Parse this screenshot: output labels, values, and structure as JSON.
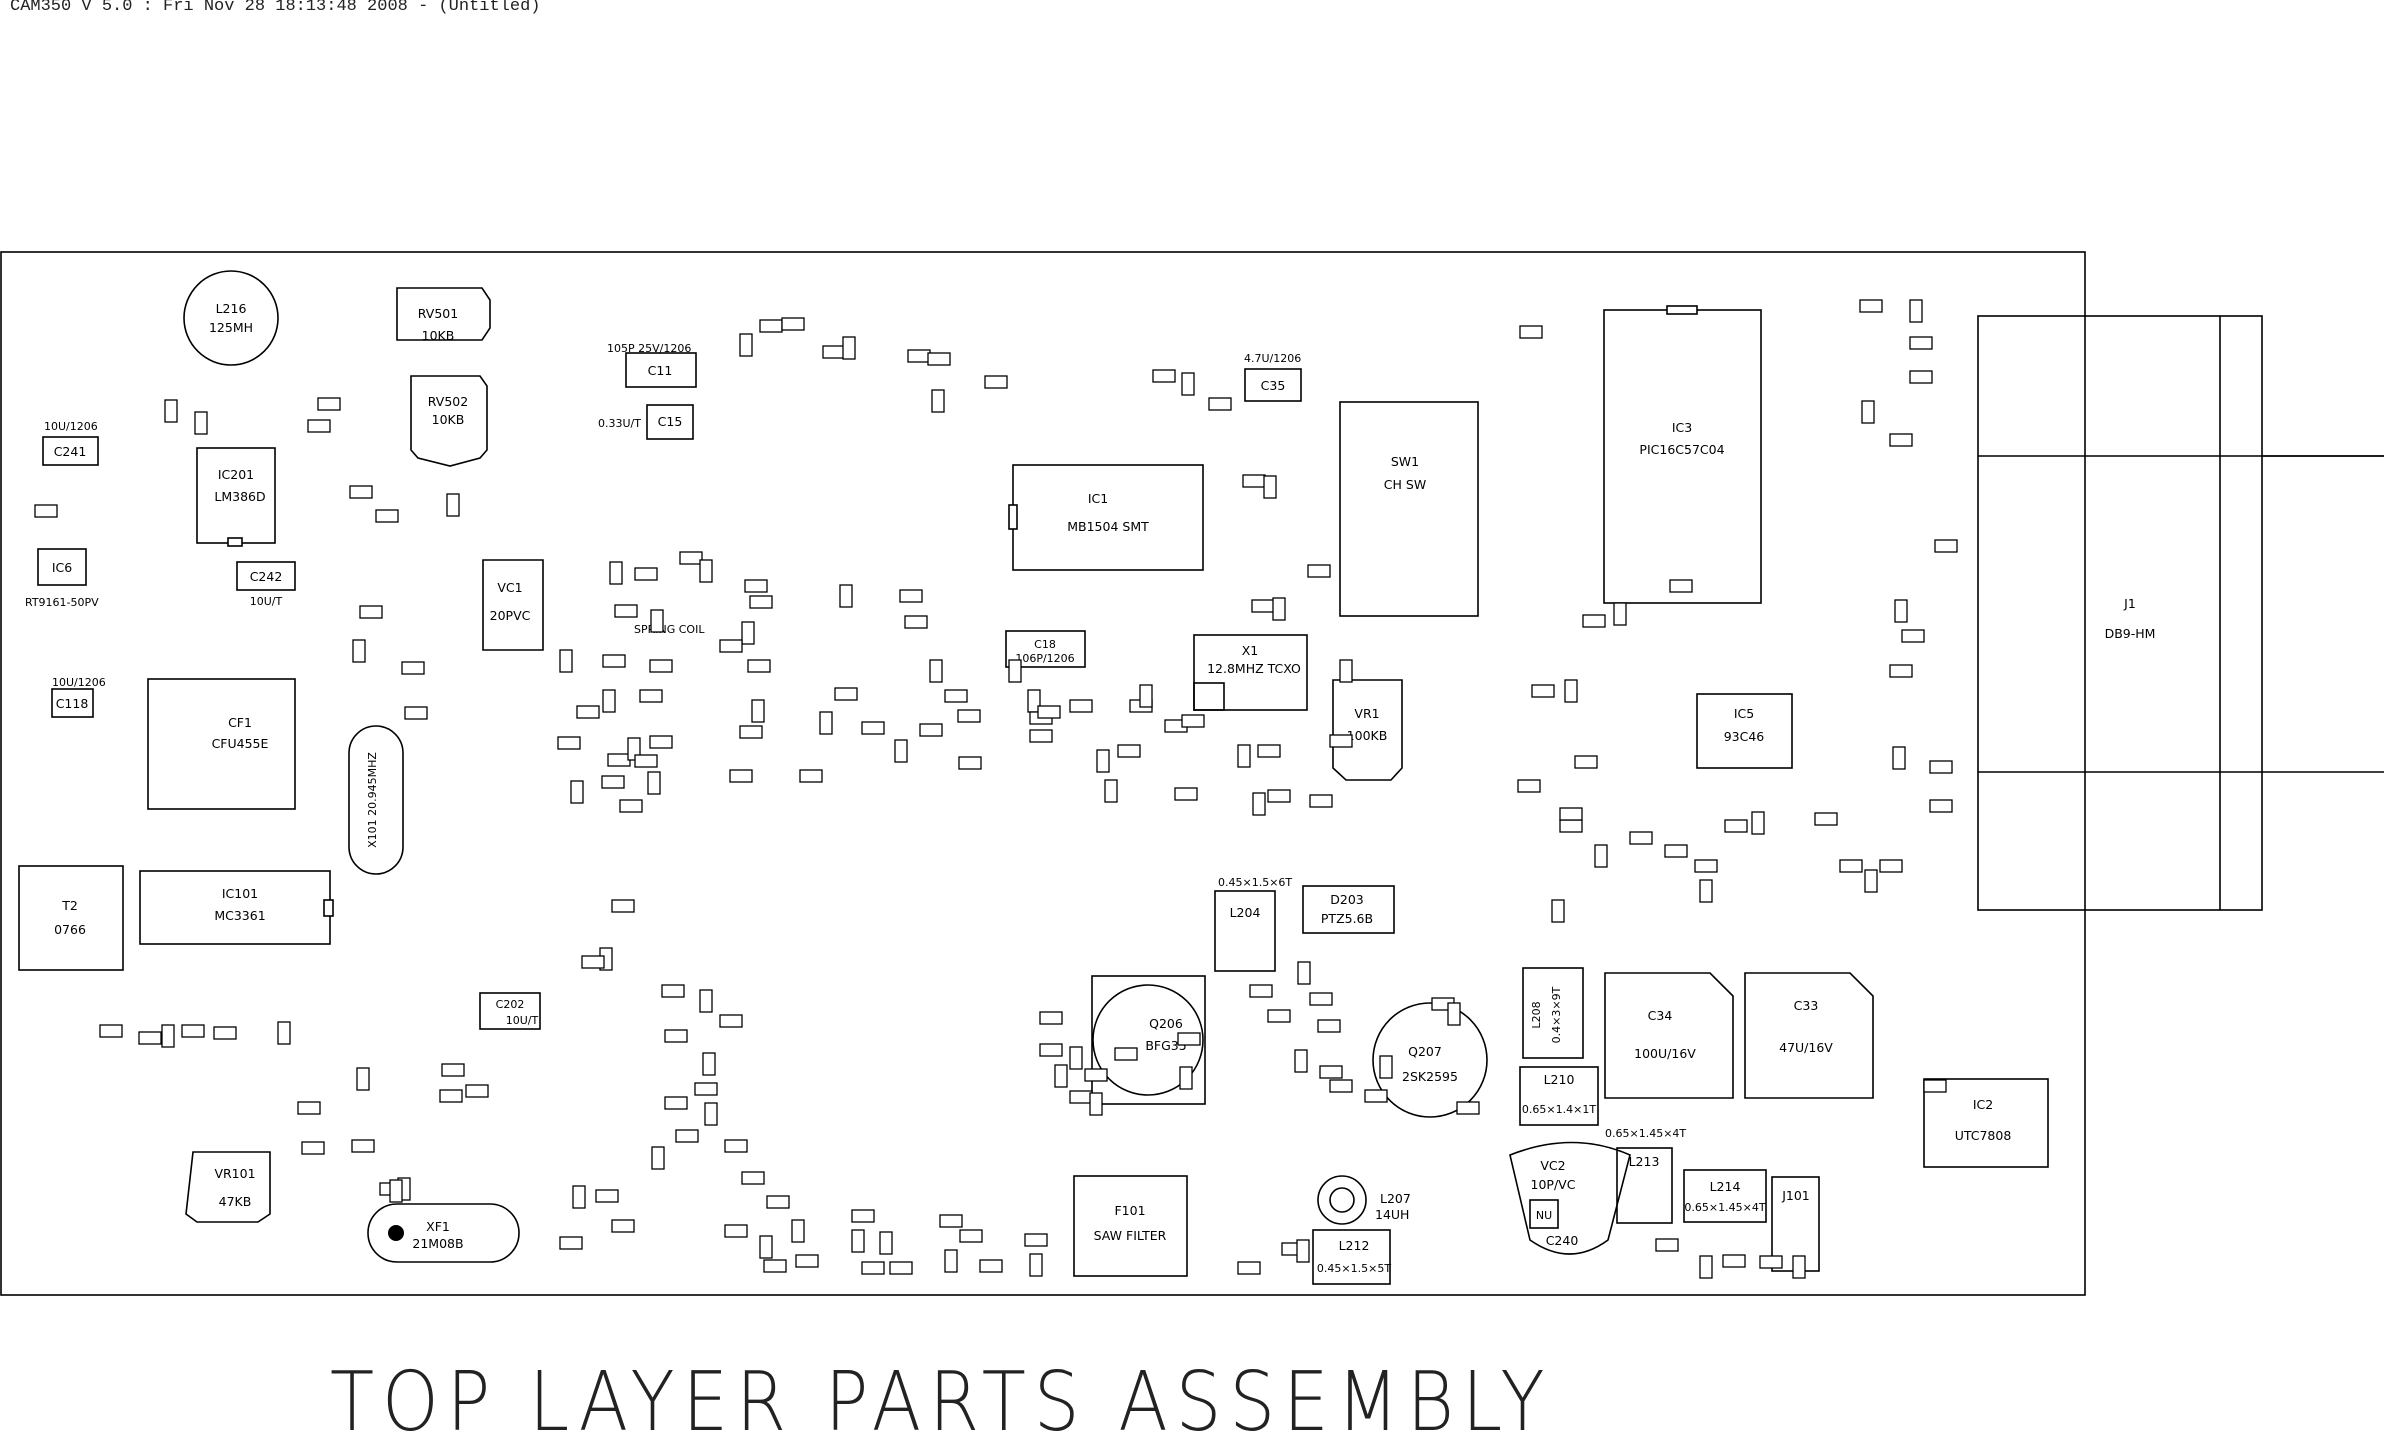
{
  "header": {
    "text": "CAM350 V 5.0 : Fri Nov 28 18:13:48 2008 - (Untitled)"
  },
  "footer": {
    "title": "TOP LAYER PARTS ASSEMBLY"
  },
  "labels": {
    "L216": "L216",
    "L216v": "125MH",
    "RV501": "RV501",
    "RV501v": "10KB",
    "RV502": "RV502",
    "RV502v": "10KB",
    "C11": "C11",
    "C11v": "105P 25V/1206",
    "C15": "C15",
    "C15v": "0.33U/T",
    "IC1": "IC1",
    "IC1v": "MB1504 SMT",
    "C35": "C35",
    "C35v": "4.7U/1206",
    "SW1": "SW1",
    "SW1v": "CH SW",
    "IC3": "IC3",
    "IC3v": "PIC16C57C04",
    "J1": "J1",
    "J1v": "DB9-HM",
    "IC201": "IC201",
    "IC201v": "LM386D",
    "C241": "C241",
    "C241v": "10U/1206",
    "IC6": "IC6",
    "IC6v": "RT9161-50PV",
    "CF1": "CF1",
    "CF1v": "CFU455E",
    "C118": "C118",
    "C118v": "10U/1206",
    "T2": "T2",
    "T2v": "0766",
    "IC101": "IC101",
    "IC101v": "MC3361",
    "X101": "X101 20.945MHZ",
    "VC1": "VC1",
    "VC1v": "20PVC",
    "X1": "X1",
    "X1v": "12.8MHZ TCXO",
    "VR1": "VR1",
    "VR1v": "100KB",
    "IC5": "IC5",
    "IC5v": "93C46",
    "C18": "C18",
    "C18v": "106P/1206",
    "Q206": "Q206",
    "Q206v": "BFG35",
    "Q207": "Q207",
    "Q207v": "2SK2595",
    "F101": "F101",
    "F101v": "SAW FILTER",
    "C34": "C34",
    "C34v": "100U/16V",
    "C33": "C33",
    "C33v": "47U/16V",
    "IC2": "IC2",
    "IC2v": "UTC7808",
    "VR101": "VR101",
    "VR101v": "47KB",
    "XF1": "XF1",
    "XF1v": "21M08B",
    "VC2": "VC2",
    "VC2v": "10P/VC",
    "C240": "C240",
    "NU": "NU",
    "D203": "D203",
    "D203v": "PTZ5.6B",
    "L204": "L204",
    "L204v": "0.45×1.5×6T",
    "L212": "L212",
    "L212v": "0.45×1.5×5T",
    "L207": "L207",
    "L207v": "14UH",
    "L208": "L208",
    "L208v": "0.4×3×9T",
    "L210": "L210",
    "L210v": "0.65×1.4×1T",
    "L213": "L213",
    "L213v": "0.65×1.45×4T",
    "L214": "L214",
    "L214v": "0.65×1.45×4T",
    "J101": "J101",
    "C202": "C202",
    "C202v": "10U/T",
    "C242": "C242",
    "C242v": "10U/T",
    "spring": "SPRING COIL"
  }
}
